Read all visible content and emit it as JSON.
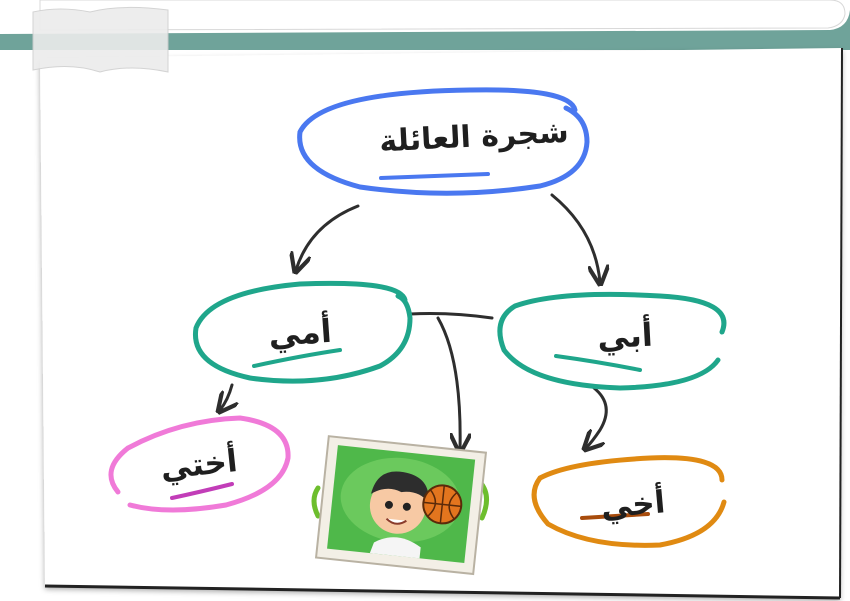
{
  "diagram": {
    "root": {
      "label": "شجرة العائلة",
      "color": "#4A78F0"
    },
    "nodes": [
      {
        "id": "mom",
        "label": "أمي",
        "color": "#1FA68B"
      },
      {
        "id": "dad",
        "label": "أبي",
        "color": "#1FA68B"
      },
      {
        "id": "sister",
        "label": "أختي",
        "color": "#F07AD8"
      },
      {
        "id": "brother",
        "label": "أخي",
        "color": "#E08A12"
      },
      {
        "id": "me",
        "label": "",
        "image": "boy-with-basketball",
        "color": "#6DBE2D"
      }
    ],
    "edges": [
      {
        "from": "root",
        "to": "mom"
      },
      {
        "from": "root",
        "to": "dad"
      },
      {
        "from": "mom",
        "to": "sister"
      },
      {
        "from": "mom",
        "to": "me"
      },
      {
        "from": "dad",
        "to": "me"
      },
      {
        "from": "dad",
        "to": "brother"
      }
    ]
  },
  "colors": {
    "header_band": "#6FA39A",
    "card_background": "#FFFFFF",
    "arrow": "#2E2E2E"
  }
}
